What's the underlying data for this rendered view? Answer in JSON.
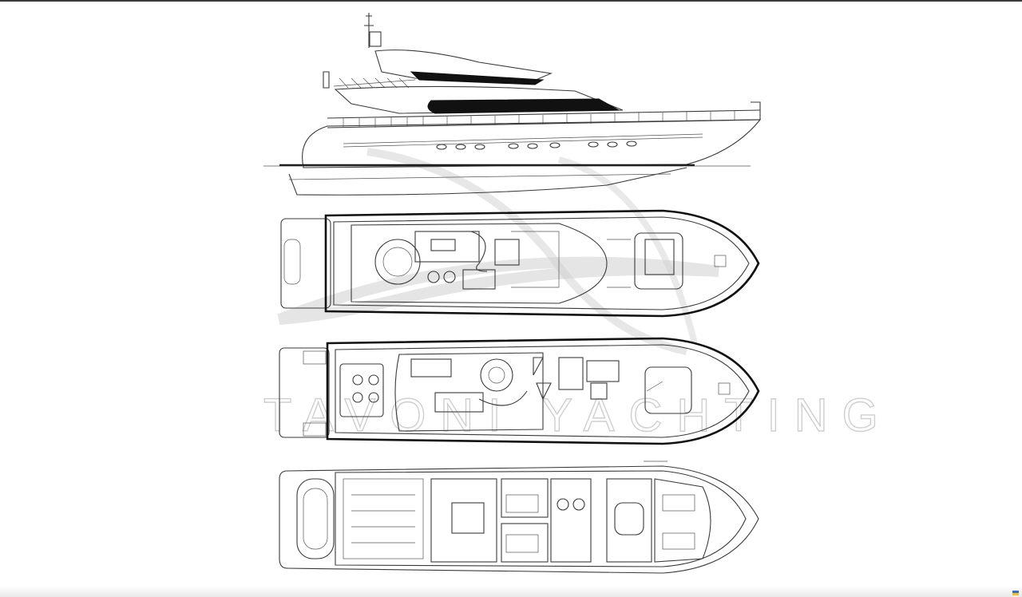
{
  "watermark": {
    "text": "TAVONI YACHTING"
  },
  "views": [
    {
      "id": "profile"
    },
    {
      "id": "flybridge-deck"
    },
    {
      "id": "main-deck"
    },
    {
      "id": "lower-deck"
    }
  ],
  "colors": {
    "line": "#3a3a3a",
    "heavy_line": "#111111",
    "watermark": "#cfcfcf",
    "background": "#ffffff"
  }
}
